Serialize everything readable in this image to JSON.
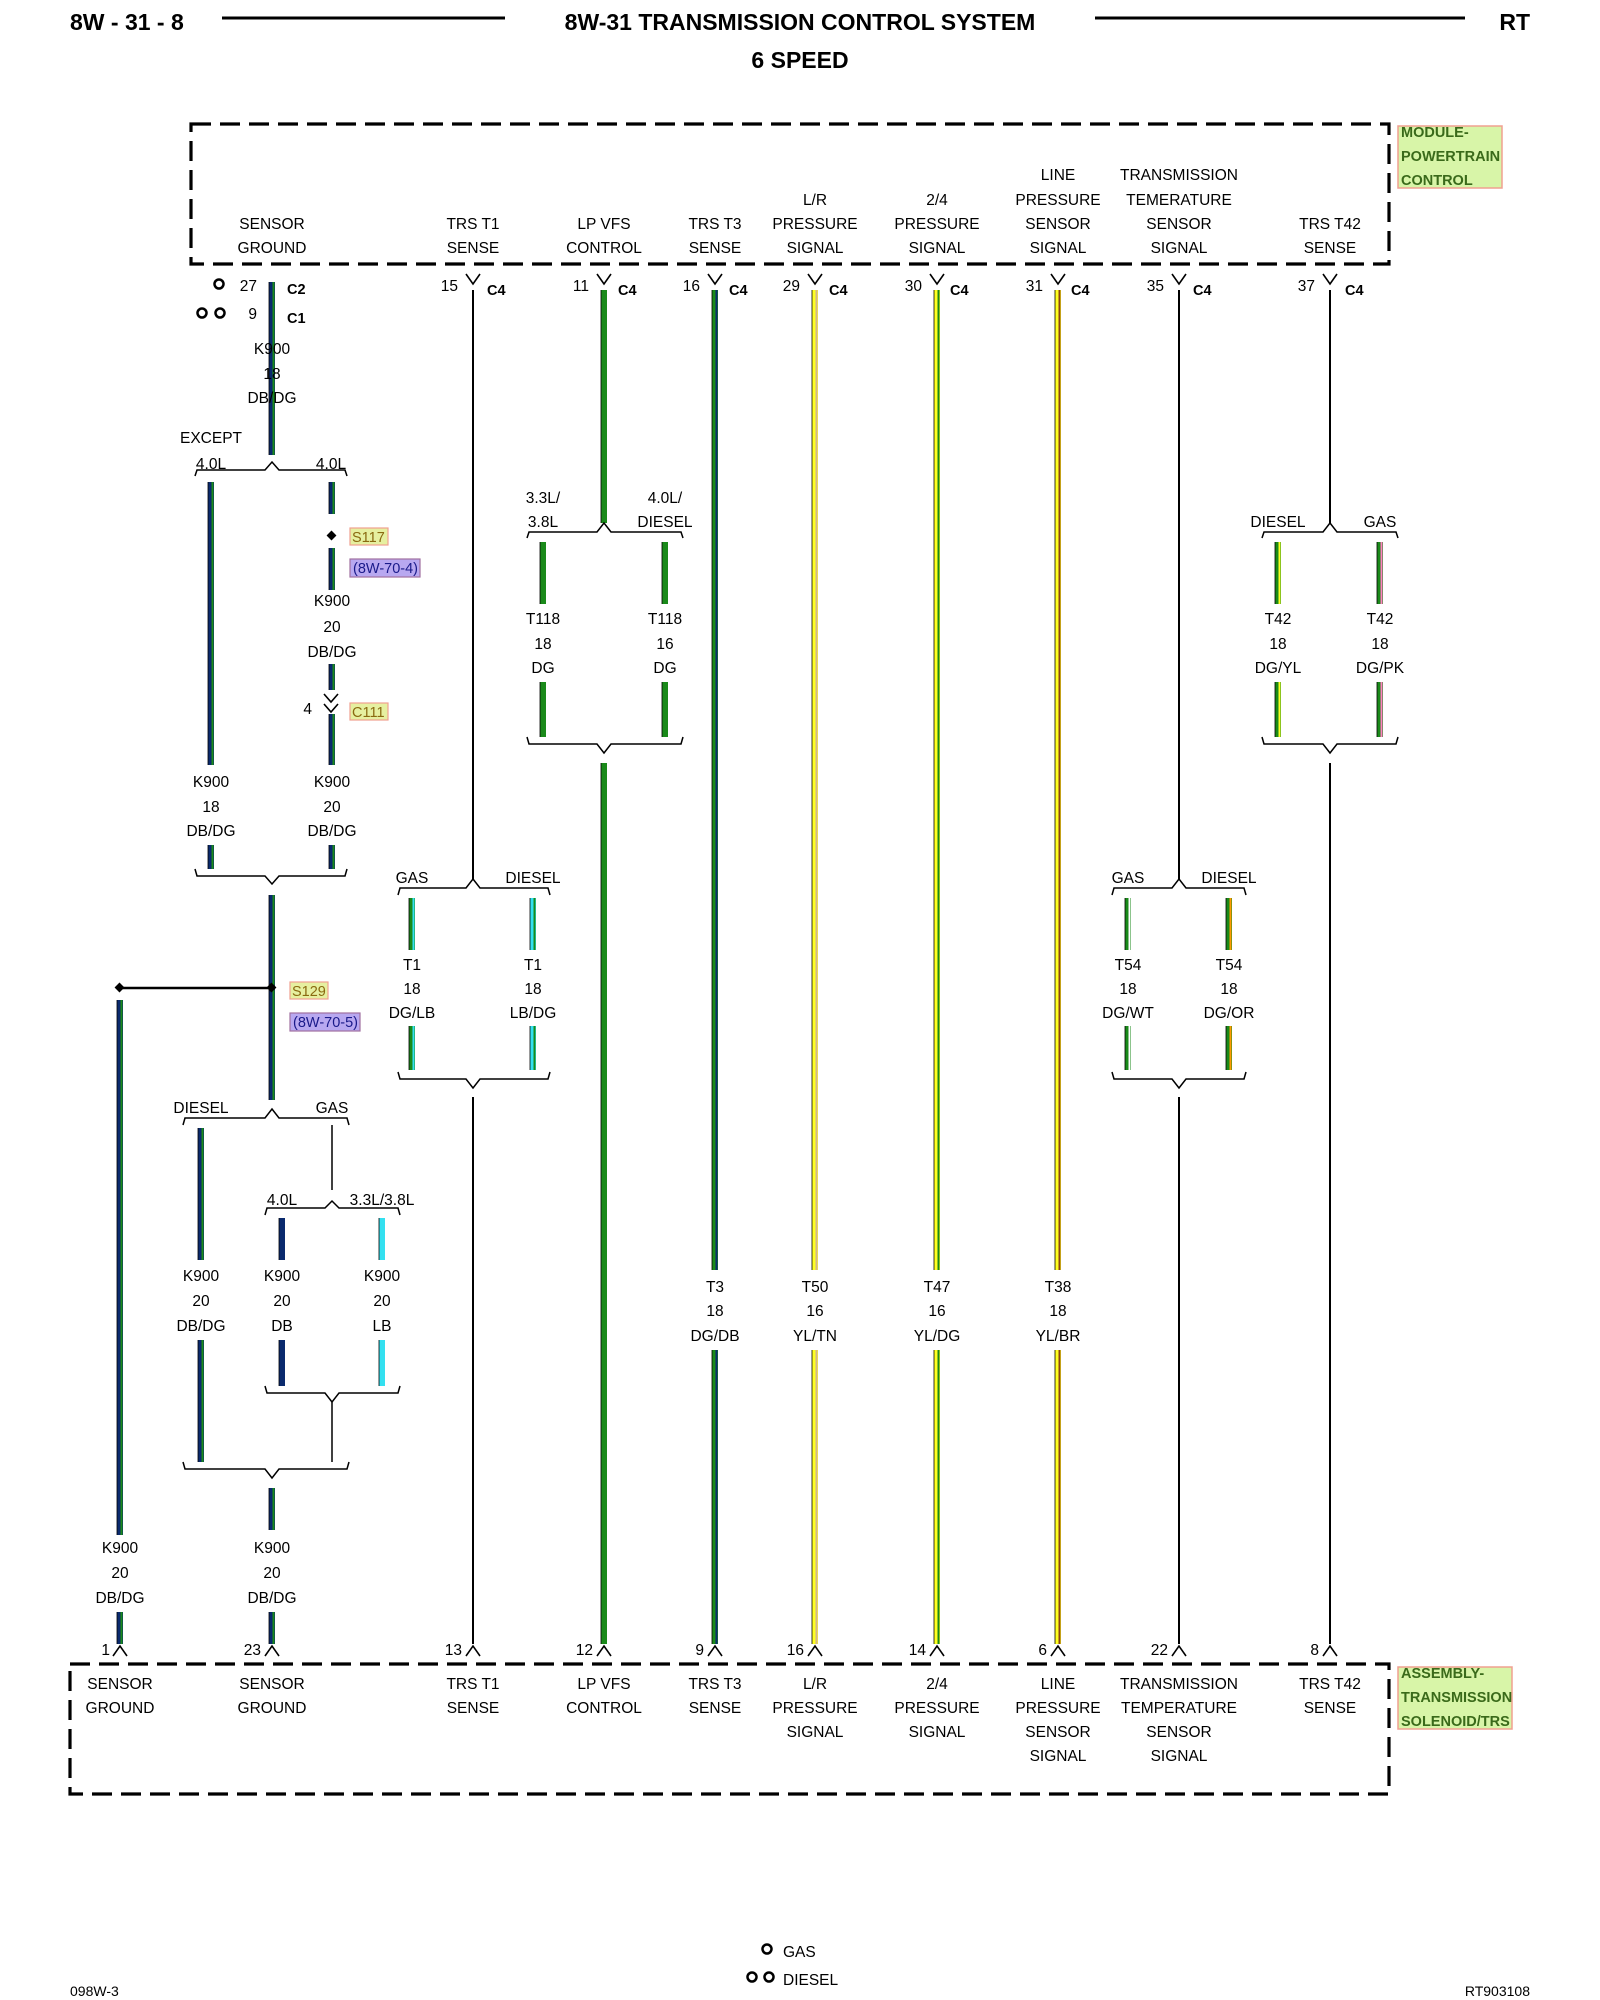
{
  "header": {
    "page_id": "8W - 31 - 8",
    "title": "8W-31 TRANSMISSION CONTROL SYSTEM",
    "subtitle": "6 SPEED",
    "model": "RT"
  },
  "modules": {
    "pcm": {
      "line1": "MODULE-",
      "line2": "POWERTRAIN",
      "line3": "CONTROL"
    },
    "solenoid": {
      "line1": "ASSEMBLY-",
      "line2": "TRANSMISSION",
      "line3": "SOLENOID/TRS"
    }
  },
  "colors": {
    "DB": "#0a2a6e",
    "DG": "#1a8a1a",
    "LB": "#33e0f0",
    "YL": "#ffff22",
    "TN": "#d2b48c",
    "BR": "#8b4513",
    "WT": "#ffffff",
    "OR": "#ff9900",
    "PK": "#ff80c0",
    "tag_yellow": "#e6f0a0",
    "tag_green": "#d8f5a8",
    "tag_blue": "#b8a8f0",
    "tag_green_text": "#2a6a2a"
  },
  "pcm_pins": [
    {
      "pin": "27",
      "conn": "C2",
      "label": [
        "SENSOR",
        "GROUND"
      ]
    },
    {
      "pin": "15",
      "conn": "C4",
      "label": [
        "TRS T1",
        "SENSE"
      ]
    },
    {
      "pin": "11",
      "conn": "C4",
      "label": [
        "LP VFS",
        "CONTROL"
      ]
    },
    {
      "pin": "16",
      "conn": "C4",
      "label": [
        "TRS T3",
        "SENSE"
      ]
    },
    {
      "pin": "29",
      "conn": "C4",
      "label": [
        "L/R",
        "PRESSURE",
        "SIGNAL"
      ]
    },
    {
      "pin": "30",
      "conn": "C4",
      "label": [
        "2/4",
        "PRESSURE",
        "SIGNAL"
      ]
    },
    {
      "pin": "31",
      "conn": "C4",
      "label": [
        "LINE",
        "PRESSURE",
        "SENSOR",
        "SIGNAL"
      ]
    },
    {
      "pin": "35",
      "conn": "C4",
      "label": [
        "TRANSMISSION",
        "TEMERATURE",
        "SENSOR",
        "SIGNAL"
      ]
    },
    {
      "pin": "37",
      "conn": "C4",
      "label": [
        "TRS T42",
        "SENSE"
      ]
    }
  ],
  "pcm_pin_alt": {
    "pin": "9",
    "conn": "C1"
  },
  "solenoid_pins": [
    {
      "pin": "1",
      "label": [
        "SENSOR",
        "GROUND"
      ]
    },
    {
      "pin": "23",
      "label": [
        "SENSOR",
        "GROUND"
      ]
    },
    {
      "pin": "13",
      "label": [
        "TRS T1",
        "SENSE"
      ]
    },
    {
      "pin": "12",
      "label": [
        "LP VFS",
        "CONTROL"
      ]
    },
    {
      "pin": "9",
      "label": [
        "TRS T3",
        "SENSE"
      ]
    },
    {
      "pin": "16",
      "label": [
        "L/R",
        "PRESSURE",
        "SIGNAL"
      ]
    },
    {
      "pin": "14",
      "label": [
        "2/4",
        "PRESSURE",
        "SIGNAL"
      ]
    },
    {
      "pin": "6",
      "label": [
        "LINE",
        "PRESSURE",
        "SENSOR",
        "SIGNAL"
      ]
    },
    {
      "pin": "22",
      "label": [
        "TRANSMISSION",
        "TEMPERATURE",
        "SENSOR",
        "SIGNAL"
      ]
    },
    {
      "pin": "8",
      "label": [
        "TRS T42",
        "SENSE"
      ]
    }
  ],
  "wires": {
    "k900_top": [
      "K900",
      "18",
      "DB/DG"
    ],
    "k900_s117": [
      "K900",
      "20",
      "DB/DG"
    ],
    "k900_except": [
      "K900",
      "18",
      "DB/DG"
    ],
    "k900_after_c111": [
      "K900",
      "20",
      "DB/DG"
    ],
    "k900_diesel": [
      "K900",
      "20",
      "DB/DG"
    ],
    "k900_40": [
      "K900",
      "20",
      "DB"
    ],
    "k900_33": [
      "K900",
      "20",
      "LB"
    ],
    "k900_left": [
      "K900",
      "20",
      "DB/DG"
    ],
    "k900_bottom": [
      "K900",
      "20",
      "DB/DG"
    ],
    "t118_a": [
      "T118",
      "18",
      "DG"
    ],
    "t118_b": [
      "T118",
      "16",
      "DG"
    ],
    "t1_gas": [
      "T1",
      "18",
      "DG/LB"
    ],
    "t1_diesel": [
      "T1",
      "18",
      "LB/DG"
    ],
    "t3": [
      "T3",
      "18",
      "DG/DB"
    ],
    "t50": [
      "T50",
      "16",
      "YL/TN"
    ],
    "t47": [
      "T47",
      "16",
      "YL/DG"
    ],
    "t38": [
      "T38",
      "18",
      "YL/BR"
    ],
    "t54_gas": [
      "T54",
      "18",
      "DG/WT"
    ],
    "t54_diesel": [
      "T54",
      "18",
      "DG/OR"
    ],
    "t42_diesel": [
      "T42",
      "18",
      "DG/YL"
    ],
    "t42_gas": [
      "T42",
      "18",
      "DG/PK"
    ]
  },
  "options": {
    "except": "EXCEPT",
    "l40": "4.0L",
    "l33_38_a": "3.3L/",
    "l33_38_b": "3.8L",
    "l40_diesel_a": "4.0L/",
    "l40_diesel_b": "DIESEL",
    "gas": "GAS",
    "diesel": "DIESEL",
    "l33_38": "3.3L/3.8L"
  },
  "splices": {
    "s117": "S117",
    "s117_ref": "(8W-70-4)",
    "c111": "C111",
    "c111_pin": "4",
    "s129": "S129",
    "s129_ref": "(8W-70-5)"
  },
  "legend": {
    "gas": "GAS",
    "diesel": "DIESEL"
  },
  "footer": {
    "left": "098W-3",
    "right": "RT903108"
  }
}
